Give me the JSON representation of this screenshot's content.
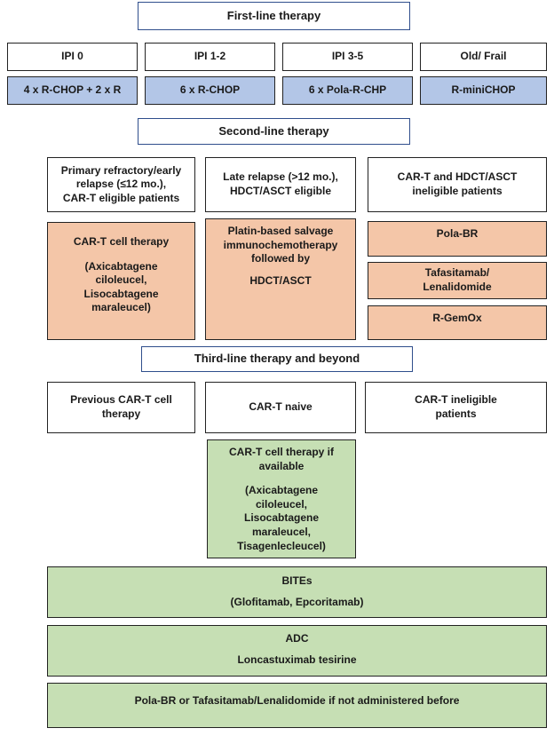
{
  "first_line": {
    "header": "First-line therapy",
    "groups": [
      "IPI 0",
      "IPI 1-2",
      "IPI 3-5",
      "Old/ Frail"
    ],
    "treatments": [
      "4 x R-CHOP + 2 x R",
      "6 x R-CHOP",
      "6 x Pola-R-CHP",
      "R-miniCHOP"
    ]
  },
  "second_line": {
    "header": "Second-line therapy",
    "groups": [
      [
        "Primary refractory/early",
        "relapse (≤12 mo.),",
        "CAR-T eligible patients"
      ],
      [
        "Late relapse (>12 mo.),",
        "HDCT/ASCT eligible"
      ],
      [
        "CAR-T and HDCT/ASCT",
        "ineligible patients"
      ]
    ],
    "cart": {
      "title": "CAR-T cell therapy",
      "drugs": [
        "(Axicabtagene",
        "ciloleucel,",
        "Lisocabtagene",
        "maraleucel)"
      ]
    },
    "salvage": {
      "lines": [
        "Platin-based salvage",
        "immunochemotherapy",
        "followed by"
      ],
      "tail": "HDCT/ASCT"
    },
    "ineligible_options": [
      "Pola-BR",
      [
        "Tafasitamab/",
        "Lenalidomide"
      ],
      "R-GemOx"
    ]
  },
  "third_line": {
    "header": "Third-line therapy and beyond",
    "groups": [
      [
        "Previous CAR-T cell",
        "therapy"
      ],
      [
        "CAR-T naive"
      ],
      [
        "CAR-T ineligible",
        "patients"
      ]
    ],
    "cart": {
      "title": [
        "CAR-T cell therapy if",
        "available"
      ],
      "drugs": [
        "(Axicabtagene",
        "ciloleucel,",
        "Lisocabtagene",
        "maraleucel,",
        "Tisagenlecleucel)"
      ]
    },
    "bites": {
      "title": "BITEs",
      "drugs": "(Glofitamab, Epcoritamab)"
    },
    "adc": {
      "title": "ADC",
      "drugs": "Loncastuximab tesirine"
    },
    "final": "Pola-BR or Tafasitamab/Lenalidomide if not administered before"
  }
}
